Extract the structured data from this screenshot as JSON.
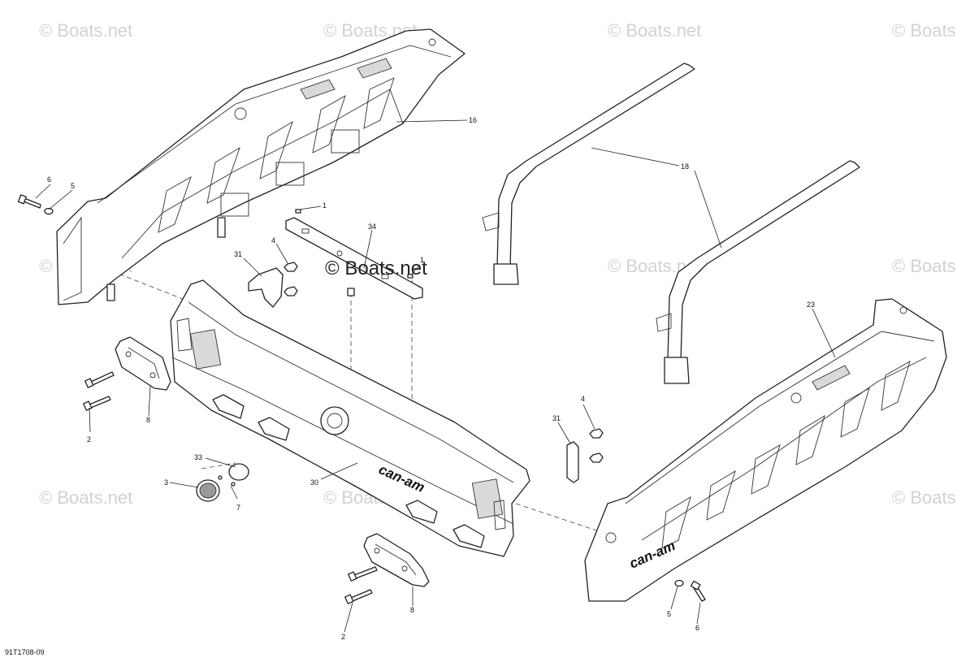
{
  "watermark": {
    "text": "© Boats.net",
    "center_text": "© Boats.net"
  },
  "diagram_code": "91T1708-09",
  "parts": {
    "p16": "16",
    "p18": "18",
    "p6a": "6",
    "p5a": "5",
    "p1a": "1",
    "p34": "34",
    "p31a": "31",
    "p4a": "4",
    "p1b": "1",
    "p8a": "8",
    "p2a": "2",
    "p33": "33",
    "p3": "3",
    "p7": "7",
    "p30": "30",
    "p8b": "8",
    "p2b": "2",
    "p31b": "31",
    "p4b": "4",
    "p23": "23",
    "p5b": "5",
    "p6b": "6"
  },
  "brand_marks": {
    "left": "can-am",
    "right": "can-am"
  }
}
